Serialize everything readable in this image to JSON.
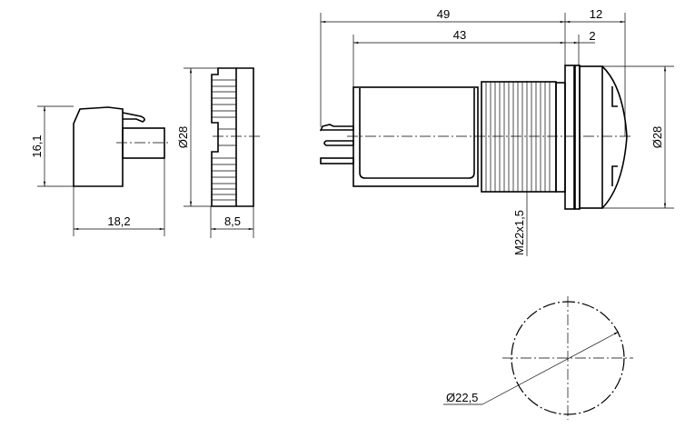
{
  "title": "Indicator lamp dimension drawing",
  "dimensions": {
    "connector_height": "16,1",
    "connector_length": "18,2",
    "socket_diameter": "Ø28",
    "socket_depth": "8,5",
    "overall_length": "49",
    "body_length": "43",
    "head_length": "12",
    "flange_thickness": "2",
    "head_diameter": "Ø28",
    "thread": "M22x1,5",
    "cutout_diameter": "Ø22,5"
  }
}
